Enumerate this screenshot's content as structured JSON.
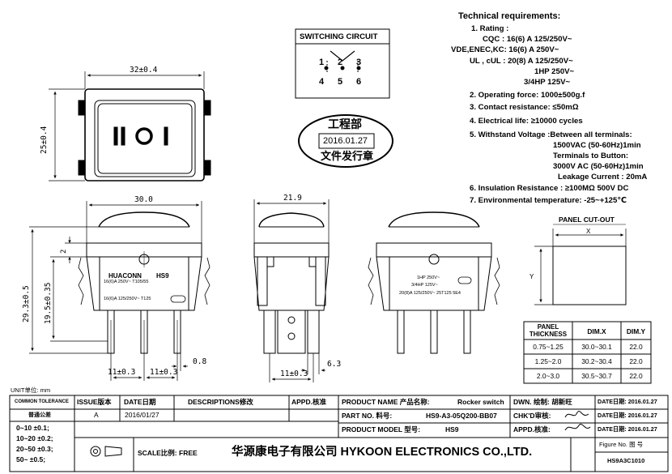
{
  "dimensions": {
    "top_width": "32±0.4",
    "top_height": "25±0.4",
    "front_width": "30.0",
    "side_width": "21.9",
    "dim_2": "2",
    "dim_19_5": "19.5±0.35",
    "dim_29_3": "29.3±0.5",
    "dim_0_8": "0.8",
    "pin_pitch_left": "11±0.3",
    "pin_pitch_right": "11±0.3",
    "dim_6_3": "6.3",
    "side_pitch": "11±0.3"
  },
  "switch_face": {
    "symbol": "II O I"
  },
  "switching_circuit": {
    "title": "SWITCHING CIRCUIT",
    "pins": [
      "1",
      "2",
      "3",
      "4",
      "5",
      "6"
    ]
  },
  "stamp": {
    "line1": "工程部",
    "date": "2016.01.27",
    "line3": "文件发行章"
  },
  "front_label": {
    "brand": "HUACONN",
    "model": "HS9",
    "rating1": "16(6)A 250V~ T105/55",
    "rating2": "16(6)A 125/250V~ T125"
  },
  "side_label": {
    "line1": "1HP 250V~",
    "line2": "3/4HP 125V~",
    "line3": "20(8)A 125/250V~ 25T125 5E4"
  },
  "tech": {
    "title": "Technical requirements:",
    "rating_title": "1. Rating :",
    "cqc": "CQC : 16(6) A 125/250V~",
    "vde": "VDE,ENEC,KC: 16(6) A 250V~",
    "ul": "UL , cUL : 20(8) A 125/250V~",
    "hp1": "1HP 250V~",
    "hp2": "3/4HP 125V~",
    "item2": "2. Operating force: 1000±500g.f",
    "item3": "3. Contact resistance: ≤50mΩ",
    "item4": "4. Electrical life: ≥10000 cycles",
    "item5": "5. Withstand Voltage :Between all terminals:",
    "item5b": "1500VAC (50-60Hz)1min",
    "item5c": "Terminals to Button:",
    "item5d": "3000V AC (50-60Hz)1min",
    "item5e": "Leakage Current : 20mA",
    "item6": "6. Insulation Resistance : ≥100MΩ 500V DC",
    "item7": "7. Environmental temperature: -25~+125℃"
  },
  "panel": {
    "title": "PANEL CUT-OUT",
    "x": "X",
    "y": "Y",
    "headers": [
      "PANEL THICKNESS",
      "DIM.X",
      "DIM.Y"
    ],
    "rows": [
      [
        "0.75~1.25",
        "30.0~30.1",
        "22.0"
      ],
      [
        "1.25~2.0",
        "30.2~30.4",
        "22.0"
      ],
      [
        "2.0~3.0",
        "30.5~30.7",
        "22.0"
      ]
    ]
  },
  "title_block": {
    "unit": "UNIT单位: mm",
    "common_tolerance": "COMMON TOLERANCE",
    "tol_cn": "普通公差",
    "tolerances": [
      "0~10 ±0.1;",
      "10~20 ±0.2;",
      "20~50 ±0.3;",
      "50~ ±0.5;"
    ],
    "issue_header": "ISSUE版本",
    "date_header": "DATE日期",
    "desc_header": "DESCRIPTIONS修改",
    "appd_header": "APPD.核准",
    "issue": "A",
    "issue_date": "2016/01/27",
    "scale": "SCALE比例: FREE",
    "company": "华源康电子有限公司 HYKOON ELECTRONICS CO.,LTD.",
    "product_name_label": "PRODUCT NAME 产品名称:",
    "product_name": "Rocker switch",
    "part_no_label": "PART NO. 料号:",
    "part_no": "HS9-A3-05Q200-BB07",
    "model_label": "PRODUCT MODEL 型号:",
    "model": "HS9",
    "dwn": "DWN. 绘制: 胡新旺",
    "chkd": "CHK'D审核:",
    "appd": "APPD.核准:",
    "date1": "DATE日期: 2016.01.27",
    "date2": "DATE日期: 2016.01.27",
    "date3": "DATE日期: 2016.01.27",
    "fig_label": "Figure No. 图 号",
    "fig_no": "HS9A3C1010"
  }
}
